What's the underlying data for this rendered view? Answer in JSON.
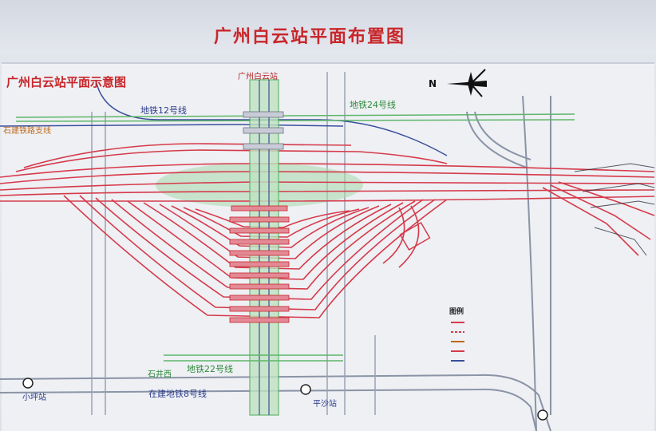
{
  "title": "广州白云站平面布置图",
  "subtitle": "广州白云站平面示意图",
  "labels": {
    "station_top": "广州白云站",
    "metro12": "地铁12号线",
    "metro24": "地铁24号线",
    "rail_branch": "石建铁路支线",
    "xiaoping": "小坪站",
    "metro22": "地铁22号线",
    "shijing": "石井西",
    "metro8": "在建地铁8号线",
    "pingsha": "平沙站",
    "legend_title": "图例",
    "compass_n": "N"
  },
  "colors": {
    "rail_red": "#d63a4a",
    "metro_green": "#5fb56a",
    "metro_blue": "#3a4f9c",
    "road_gray": "#8a94a6",
    "title_red": "#c8262a"
  },
  "icons": [
    "compass-icon",
    "metro-station-icon"
  ]
}
